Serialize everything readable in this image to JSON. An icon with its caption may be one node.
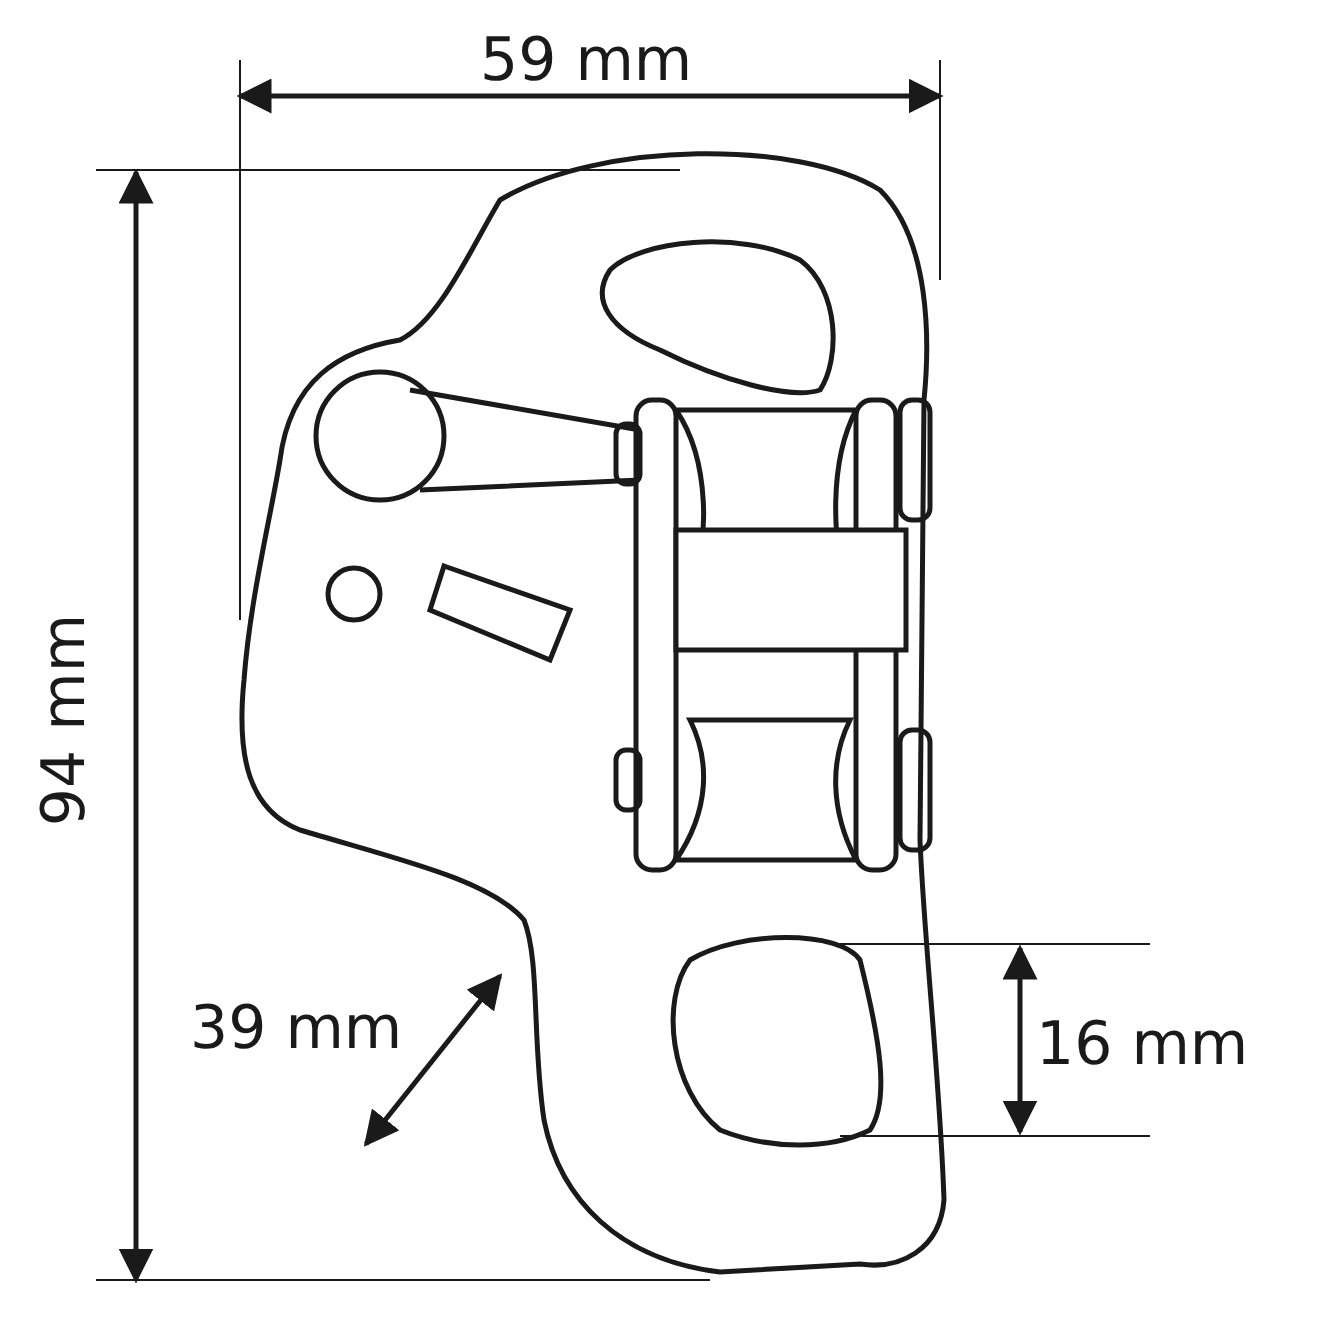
{
  "diagram": {
    "labels": [
      "59 mm",
      "94 mm",
      "39 mm",
      "16 mm"
    ]
  }
}
